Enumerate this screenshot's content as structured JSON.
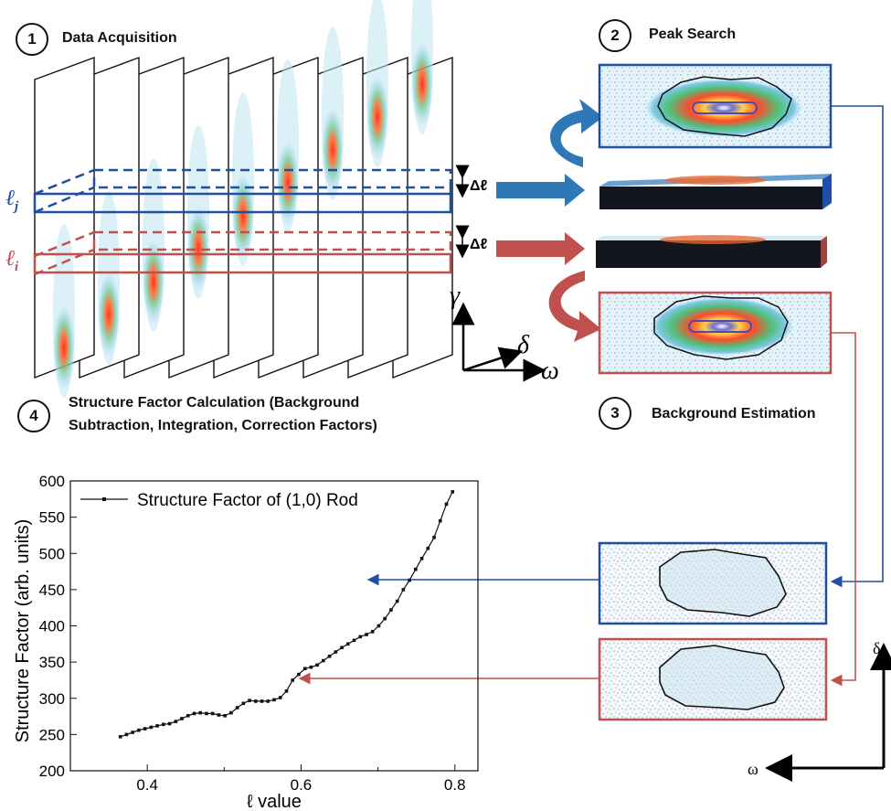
{
  "steps": [
    {
      "number": "1",
      "title": "Data Acquisition"
    },
    {
      "number": "2",
      "title": "Peak Search"
    },
    {
      "number": "3",
      "title": "Background Estimation"
    },
    {
      "number": "4",
      "title_line1": "Structure Factor Calculation (Background",
      "title_line2": "Subtraction, Integration, Correction Factors)"
    }
  ],
  "labels": {
    "slice_j": "ℓ",
    "slice_j_sub": "j",
    "slice_i": "ℓ",
    "slice_i_sub": "i",
    "delta_l": "Δℓ",
    "axis_gamma": "γ",
    "axis_delta": "δ",
    "axis_omega": "ω",
    "right_axis_delta": "δ",
    "right_axis_omega": "ω"
  },
  "colors": {
    "blue": "#1f4fa0",
    "red": "#c0504d",
    "blue_arrow": "#2e78b7",
    "red_arrow": "#c0504d"
  },
  "chart_data": {
    "type": "line",
    "legend": "Structure Factor of (1,0) Rod",
    "xlabel": "ℓ value",
    "ylabel": "Structure Factor (arb. units)",
    "xlim": [
      0.3,
      0.83
    ],
    "ylim": [
      200,
      600
    ],
    "xticks": [
      "0.4",
      "0.6",
      "0.8"
    ],
    "xtick_values": [
      0.4,
      0.6,
      0.8
    ],
    "yticks": [
      "200",
      "250",
      "300",
      "350",
      "400",
      "450",
      "500",
      "550",
      "600"
    ],
    "ytick_values": [
      200,
      250,
      300,
      350,
      400,
      450,
      500,
      550,
      600
    ],
    "x": [
      0.365,
      0.373,
      0.381,
      0.389,
      0.397,
      0.405,
      0.413,
      0.421,
      0.429,
      0.437,
      0.445,
      0.453,
      0.461,
      0.469,
      0.477,
      0.485,
      0.493,
      0.501,
      0.509,
      0.517,
      0.525,
      0.533,
      0.541,
      0.549,
      0.557,
      0.565,
      0.573,
      0.581,
      0.589,
      0.597,
      0.605,
      0.613,
      0.621,
      0.629,
      0.637,
      0.645,
      0.653,
      0.661,
      0.669,
      0.677,
      0.685,
      0.693,
      0.701,
      0.709,
      0.717,
      0.725,
      0.733,
      0.741,
      0.749,
      0.757,
      0.765,
      0.773,
      0.781,
      0.789,
      0.797
    ],
    "y": [
      247,
      250,
      253,
      256,
      258,
      260,
      262,
      264,
      265,
      268,
      272,
      276,
      279,
      280,
      279,
      279,
      277,
      276,
      280,
      287,
      293,
      297,
      296,
      296,
      296,
      298,
      301,
      310,
      325,
      333,
      341,
      343,
      346,
      352,
      358,
      364,
      370,
      375,
      380,
      385,
      388,
      392,
      400,
      410,
      422,
      434,
      450,
      463,
      478,
      493,
      507,
      522,
      545,
      568,
      585
    ]
  }
}
